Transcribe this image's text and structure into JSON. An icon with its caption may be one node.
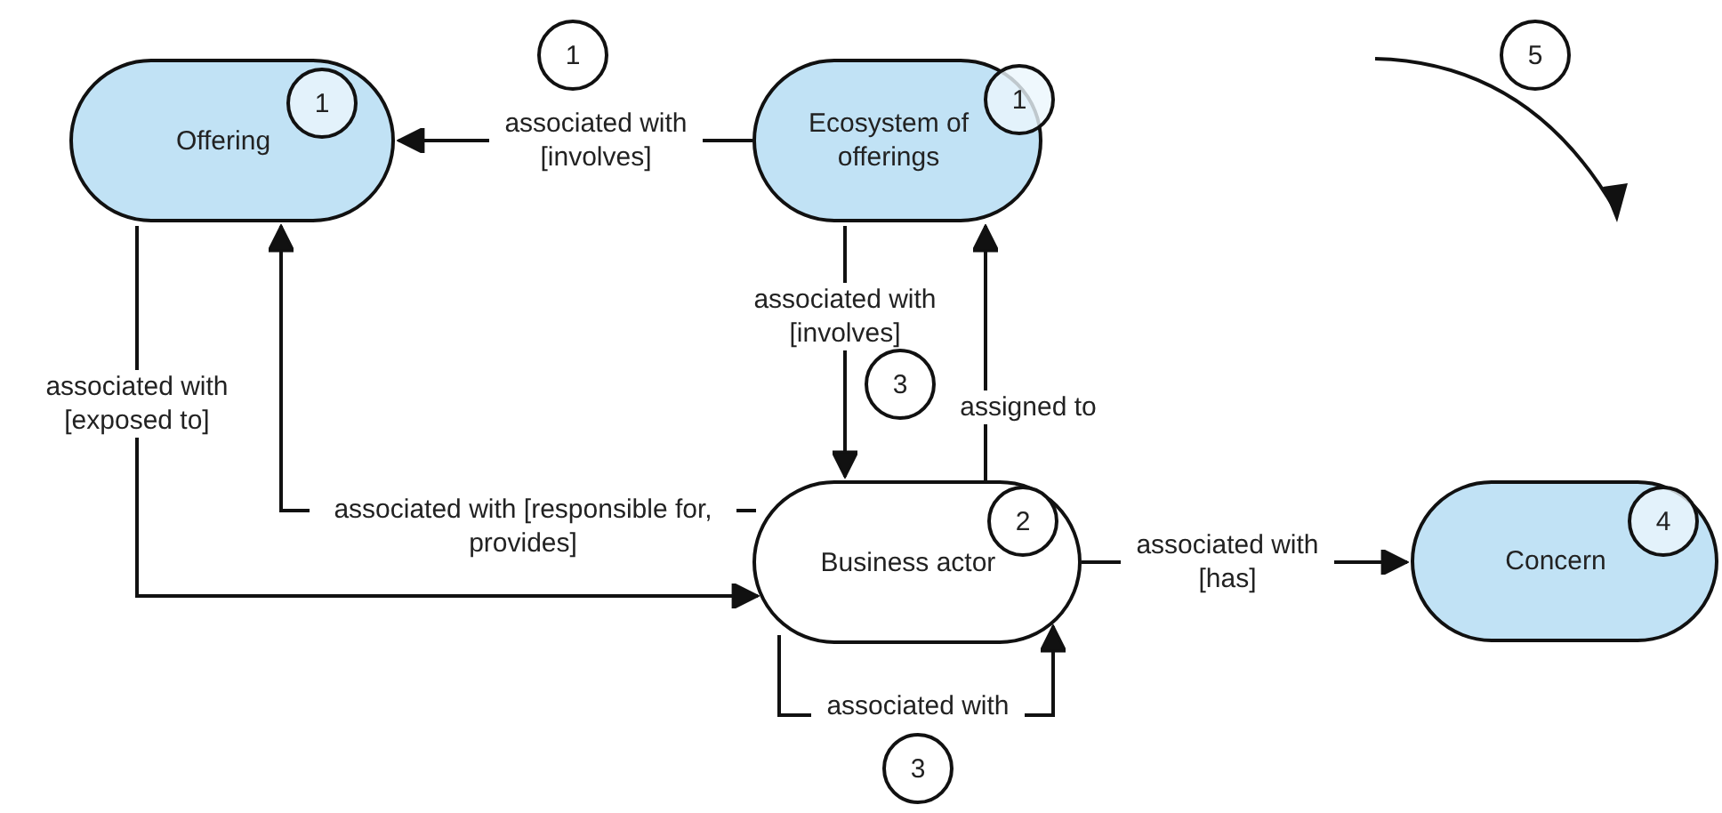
{
  "diagram": {
    "nodes": [
      {
        "text": [
          "Offering",
          "1"
        ]
      },
      {
        "text": [
          "Ecosystem of offerings",
          "1"
        ]
      },
      {
        "text": [
          "Business actor",
          "2"
        ]
      },
      {
        "text": [
          "Concern",
          "4"
        ]
      }
    ],
    "edges": [
      {
        "from": 1,
        "to": 0,
        "arrow": "to",
        "label": "associated with [involves]"
      },
      {
        "from": 1,
        "to": 2,
        "arrow": "to",
        "label": "associated with [involves]"
      },
      {
        "from": 2,
        "to": 1,
        "arrow": "to",
        "label": "assigned to"
      },
      {
        "from": 2,
        "to": 0,
        "arrow": "to",
        "label": "associated with [responsible for, provides]"
      },
      {
        "from": 0,
        "to": 2,
        "arrow": "to",
        "label": "associated with [exposed to]"
      },
      {
        "from": 2,
        "to": 2,
        "arrow": "to",
        "label": "associated with"
      },
      {
        "from": 2,
        "to": 3,
        "arrow": "to",
        "label": "associated with [has]"
      }
    ],
    "labels": [
      "1",
      "5",
      "3",
      "3"
    ]
  }
}
